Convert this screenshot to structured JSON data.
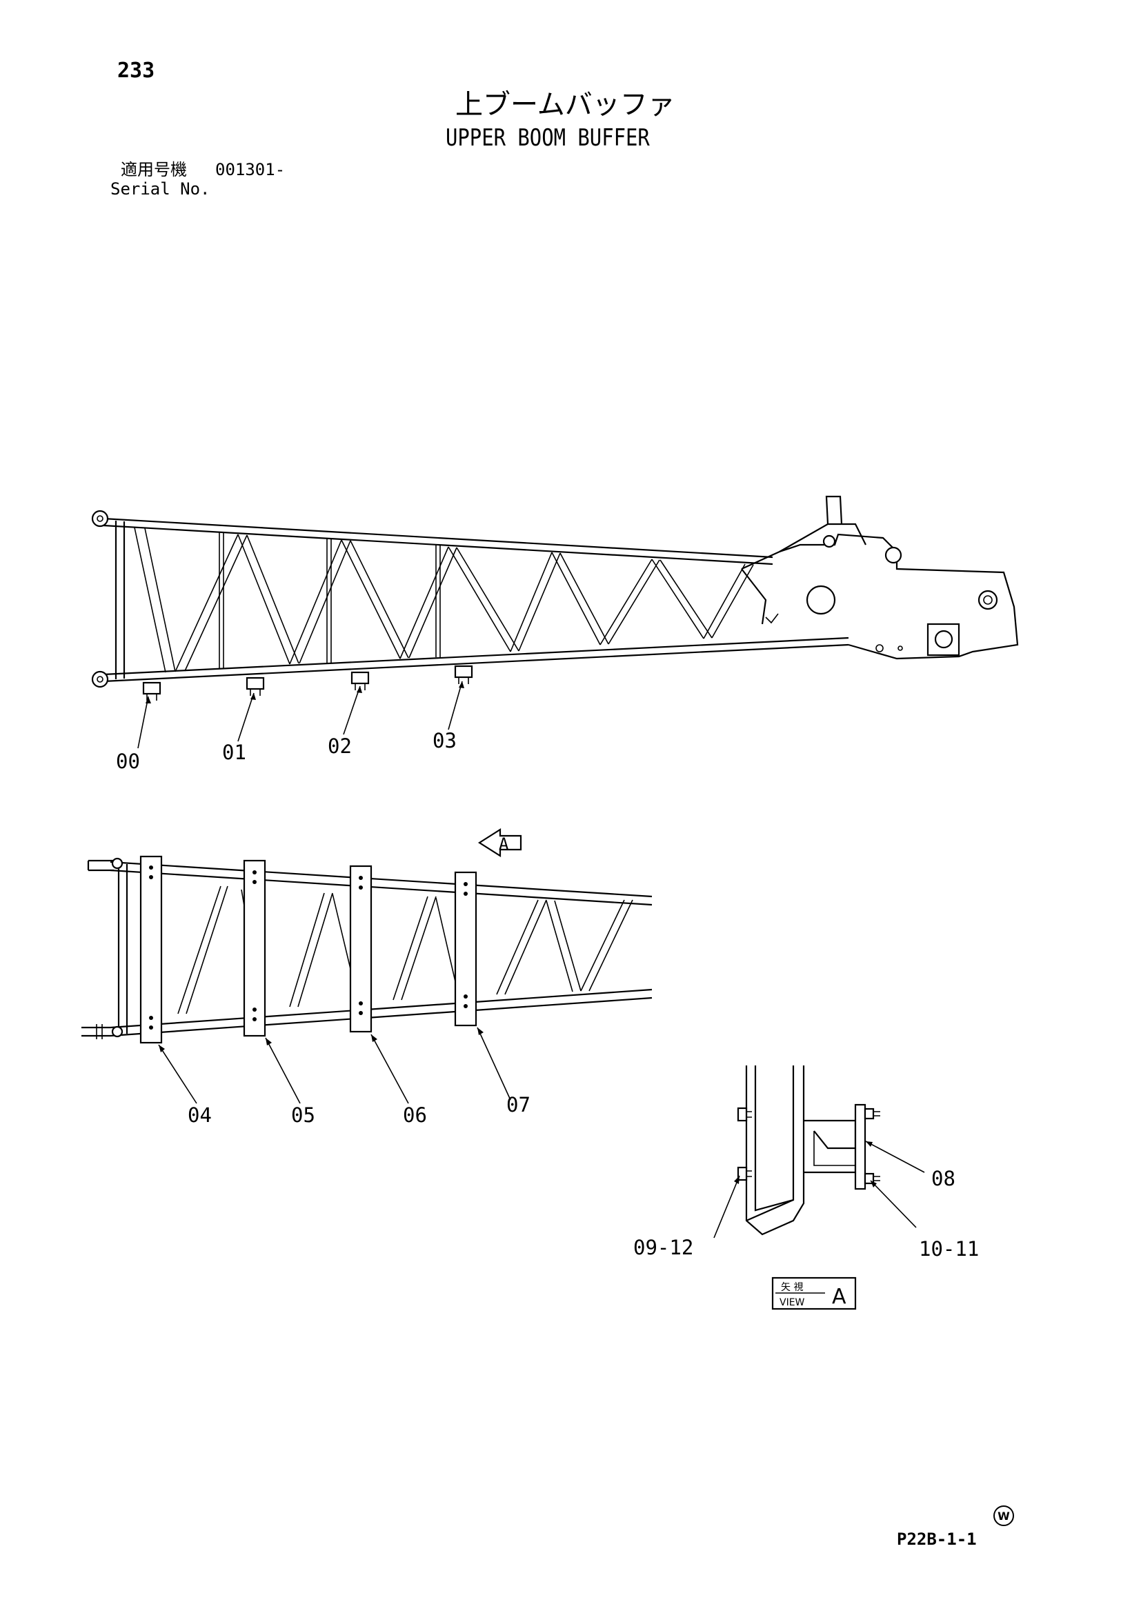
{
  "header": {
    "page_number": "233",
    "title_ja": "上ブームバッファ",
    "title_en": "UPPER BOOM BUFFER",
    "serial_label_ja": "適用号機",
    "serial_value": "001301-",
    "serial_label_en": "Serial No."
  },
  "callouts": {
    "c00": "00",
    "c01": "01",
    "c02": "02",
    "c03": "03",
    "c04": "04",
    "c05": "05",
    "c06": "06",
    "c07": "07",
    "c08": "08",
    "c09_12": "09-12",
    "c10_11": "10-11"
  },
  "view": {
    "arrow_letter": "A",
    "box_ja": "矢 視",
    "box_en": "VIEW",
    "box_letter": "A"
  },
  "footer": {
    "drawing_code": "P22B-1-1",
    "mark": "W"
  },
  "colors": {
    "ink": "#000000",
    "paper": "#ffffff"
  }
}
